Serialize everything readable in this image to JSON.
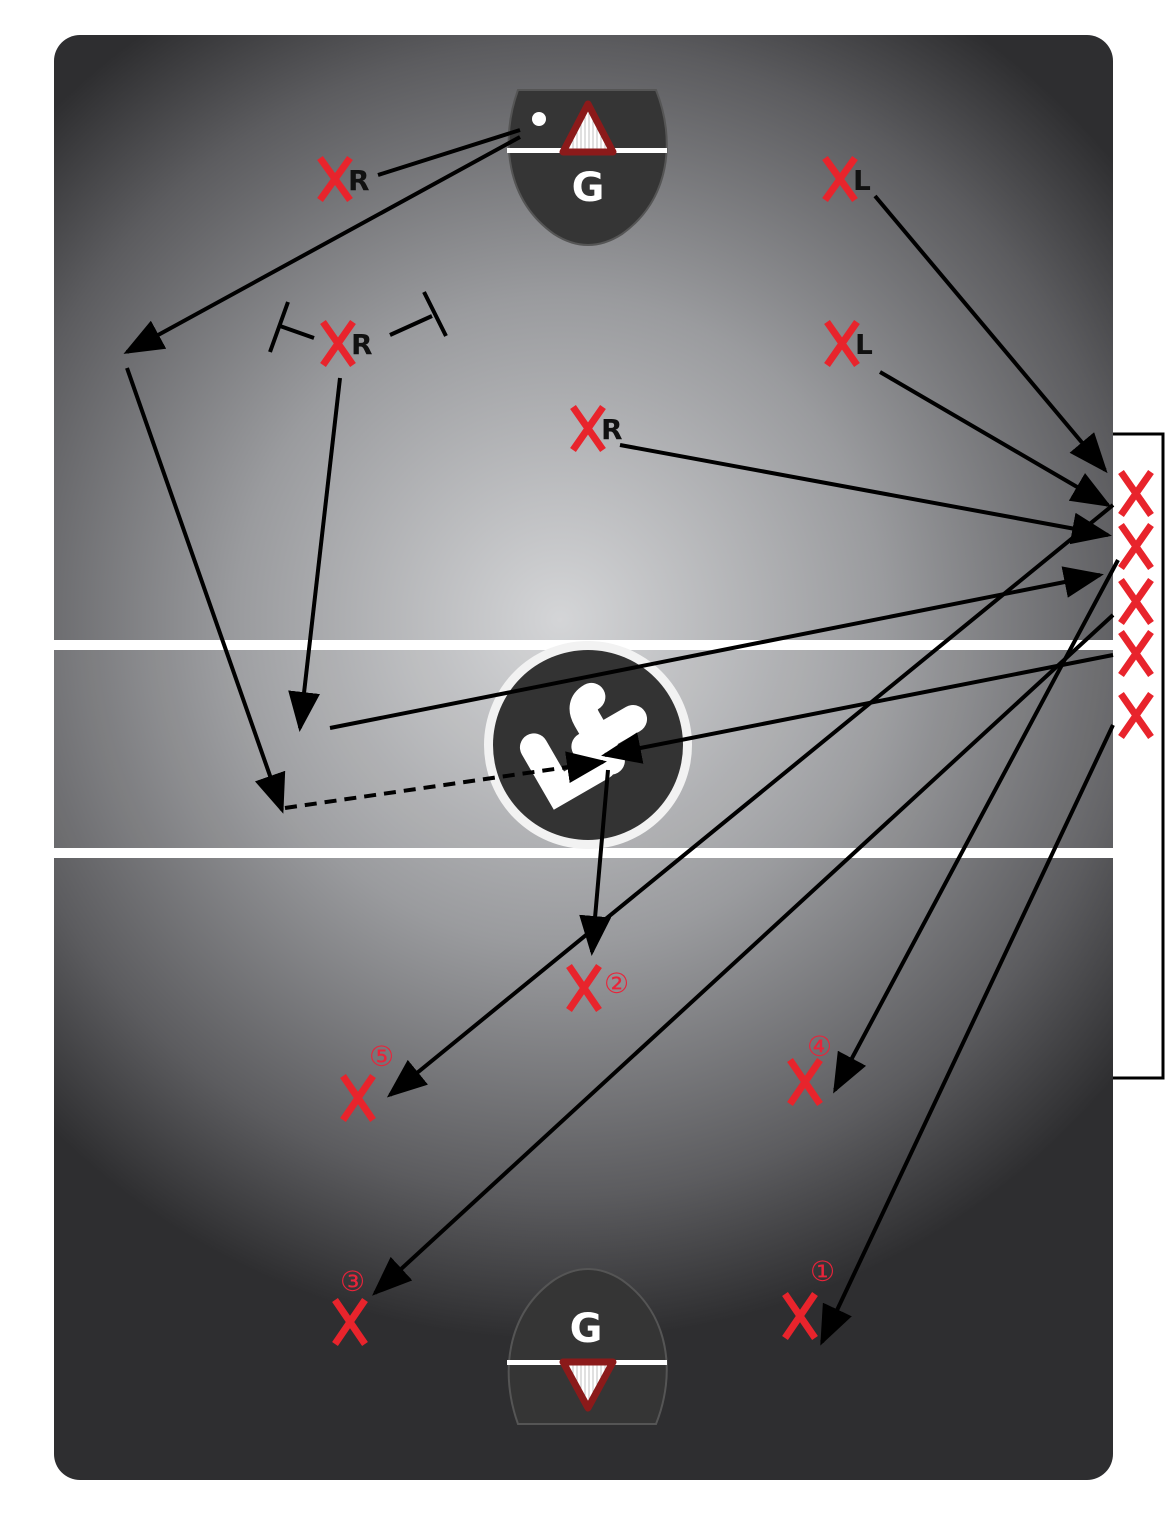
{
  "title": "Lacrosse drill diagram",
  "colors": {
    "player": "#e8242c",
    "goal": "#353535",
    "crease_triangle": "#8b1a1a",
    "arrow": "#000000"
  },
  "goals": [
    {
      "label": "G"
    },
    {
      "label": "G"
    }
  ],
  "players_lettered": [
    {
      "id": "top-left-r",
      "letter": "R"
    },
    {
      "id": "top-right-l",
      "letter": "L"
    },
    {
      "id": "mid-left-r",
      "letter": "R"
    },
    {
      "id": "mid-right-l",
      "letter": "L"
    },
    {
      "id": "center-r",
      "letter": "R"
    }
  ],
  "players_numbered": [
    {
      "number": "②"
    },
    {
      "number": "⑤"
    },
    {
      "number": "④"
    },
    {
      "number": "③"
    },
    {
      "number": "①"
    }
  ],
  "sideline_line_count": 5,
  "logo": {
    "icon": "lf-logo"
  }
}
